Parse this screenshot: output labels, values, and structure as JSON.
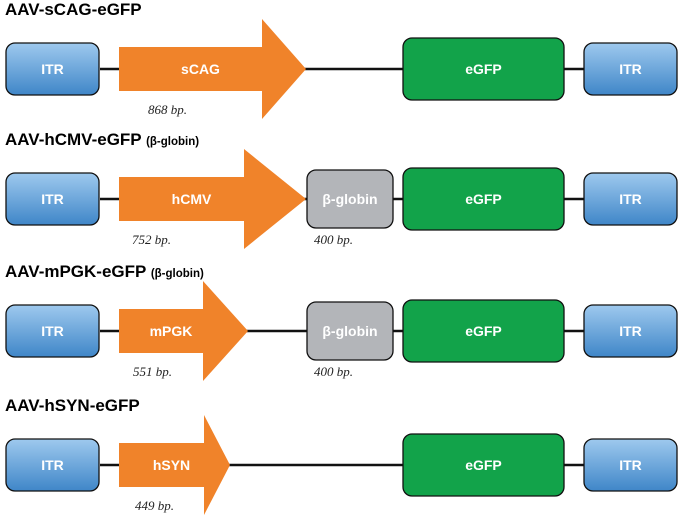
{
  "colors": {
    "itr_light": "#9ec9ee",
    "itr_dark": "#3f86c8",
    "promoter": "#f0832a",
    "globin": "#b3b5b9",
    "egfp": "#12a34a",
    "line": "#111111"
  },
  "constructs": [
    {
      "title": "AAV-sCAG-eGFP",
      "subtitle": "",
      "itr_left": "ITR",
      "promoter": {
        "label": "sCAG",
        "size": "868 bp."
      },
      "globin": null,
      "reporter": "eGFP",
      "itr_right": "ITR"
    },
    {
      "title": "AAV-hCMV-eGFP",
      "subtitle": "(β-globin)",
      "itr_left": "ITR",
      "promoter": {
        "label": "hCMV",
        "size": "752 bp."
      },
      "globin": {
        "label": "β-globin",
        "size": "400 bp."
      },
      "reporter": "eGFP",
      "itr_right": "ITR"
    },
    {
      "title": "AAV-mPGK-eGFP",
      "subtitle": "(β-globin)",
      "itr_left": "ITR",
      "promoter": {
        "label": "mPGK",
        "size": "551 bp."
      },
      "globin": {
        "label": "β-globin",
        "size": "400 bp."
      },
      "reporter": "eGFP",
      "itr_right": "ITR"
    },
    {
      "title": "AAV-hSYN-eGFP",
      "subtitle": "",
      "itr_left": "ITR",
      "promoter": {
        "label": "hSYN",
        "size": "449 bp."
      },
      "globin": null,
      "reporter": "eGFP",
      "itr_right": "ITR"
    }
  ]
}
